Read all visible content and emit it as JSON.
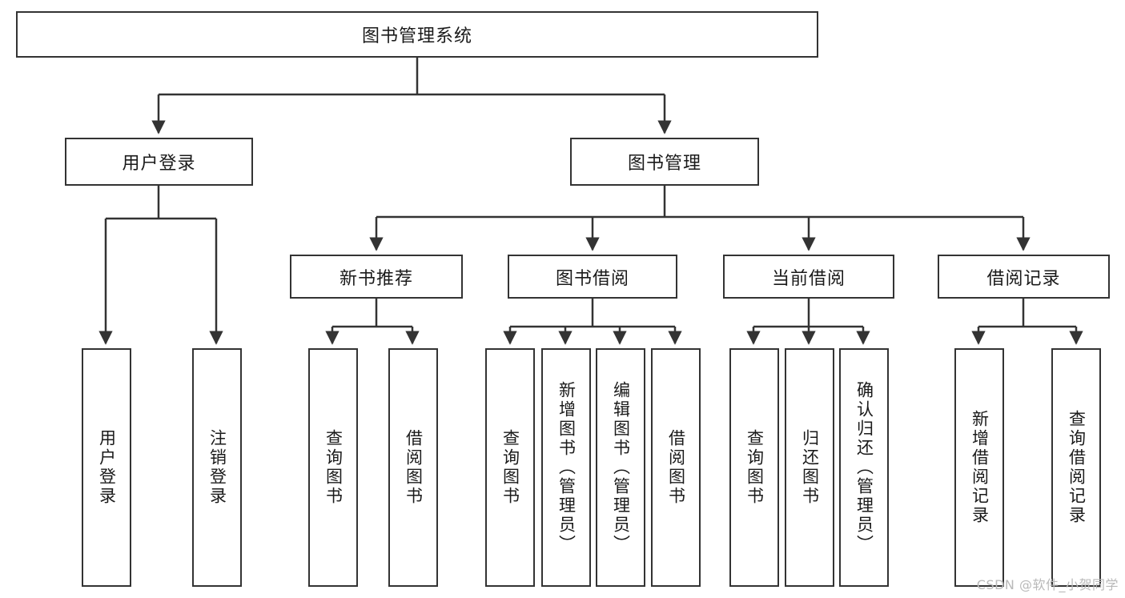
{
  "diagram": {
    "type": "tree",
    "title": "图书管理系统",
    "watermark": "CSDN @软件_小贺同学",
    "colors": {
      "stroke": "#333333",
      "background": "#ffffff",
      "text": "#1a1a1a",
      "watermark": "#b9b9b9"
    },
    "nodes": {
      "root": {
        "label": "图书管理系统"
      },
      "level2": [
        {
          "label": "用户登录"
        },
        {
          "label": "图书管理"
        }
      ],
      "level3": [
        {
          "label": "新书推荐"
        },
        {
          "label": "图书借阅"
        },
        {
          "label": "当前借阅"
        },
        {
          "label": "借阅记录"
        }
      ],
      "leaves_user_login": [
        {
          "label": "用户登录"
        },
        {
          "label": "注销登录"
        }
      ],
      "leaves_new_book": [
        {
          "label": "查询图书"
        },
        {
          "label": "借阅图书"
        }
      ],
      "leaves_borrow": [
        {
          "label": "查询图书"
        },
        {
          "label": "新增图书（管理员）"
        },
        {
          "label": "编辑图书（管理员）"
        },
        {
          "label": "借阅图书"
        }
      ],
      "leaves_current": [
        {
          "label": "查询图书"
        },
        {
          "label": "归还图书"
        },
        {
          "label": "确认归还（管理员）"
        }
      ],
      "leaves_records": [
        {
          "label": "新增借阅记录"
        },
        {
          "label": "查询借阅记录"
        }
      ]
    }
  }
}
